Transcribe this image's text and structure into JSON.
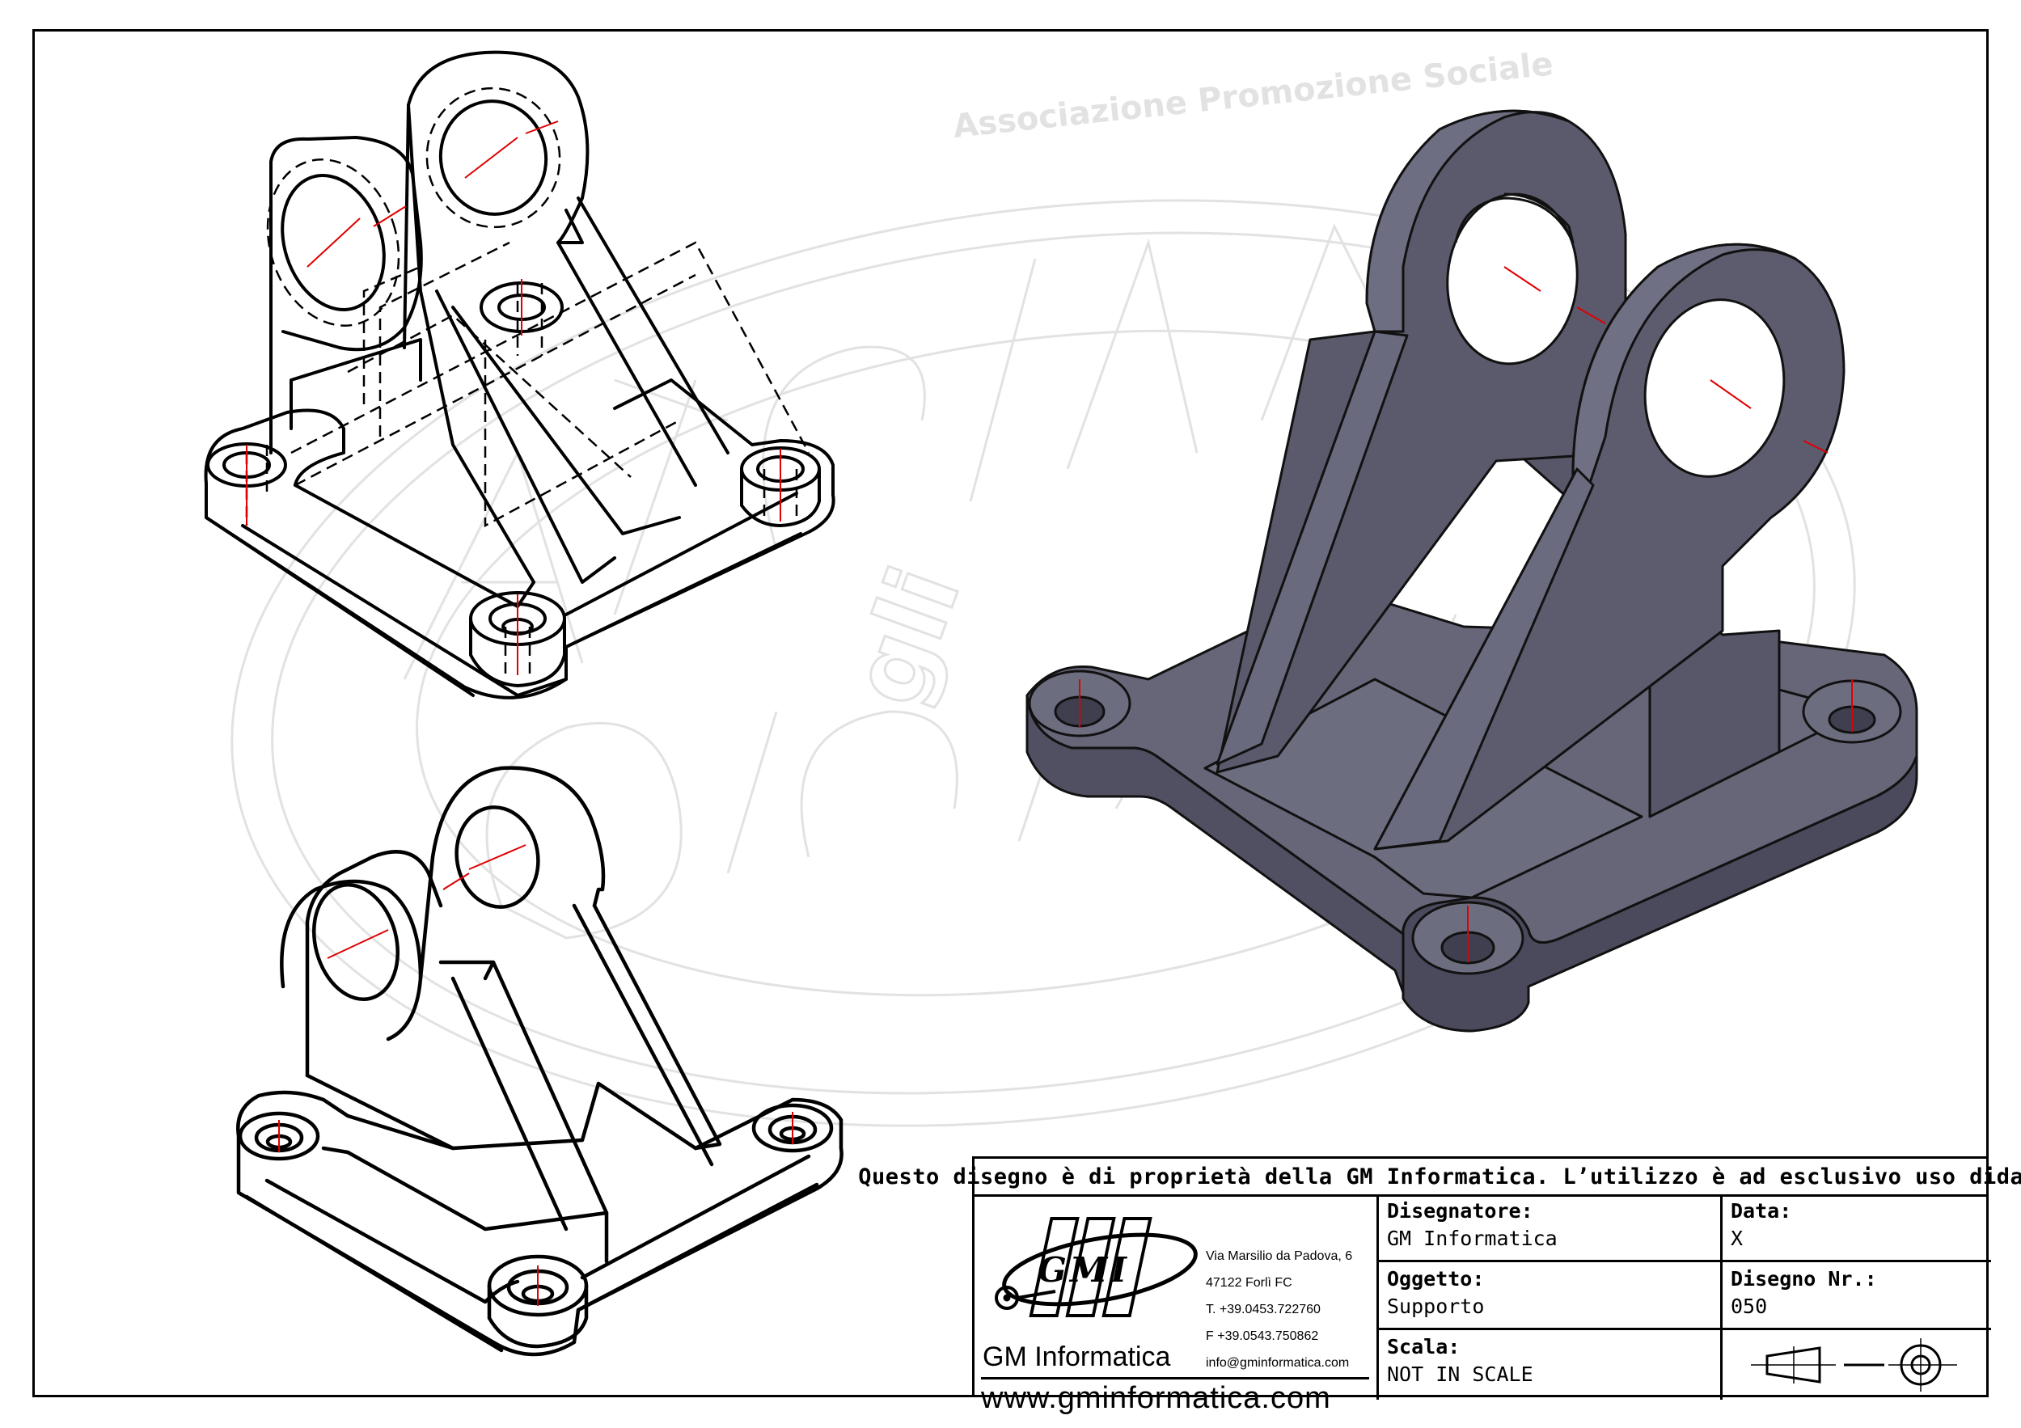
{
  "watermark": {
    "arc_text": "Associazione Promozione Sociale",
    "word_gli": "gli"
  },
  "title_block": {
    "notice": "Questo disegno è di proprietà della GM Informatica. L’utilizzo è ad esclusivo uso didattico.",
    "logo_text": "GMI",
    "address_lines": [
      "Via Marsilio da Padova, 6",
      "47122  Forlì  FC",
      "T. +39.0453.722760",
      "F +39.0543.750862",
      "info@gminformatica.com"
    ],
    "company_name": "GM Informatica",
    "website": "www.gminformatica.com",
    "disegnatore": {
      "label": "Disegnatore:",
      "value": "GM  Informatica"
    },
    "data": {
      "label": "Data:",
      "value": "X"
    },
    "oggetto": {
      "label": "Oggetto:",
      "value": "Supporto"
    },
    "disegno_nr": {
      "label": "Disegno  Nr.:",
      "value": "050"
    },
    "scala": {
      "label": "Scala:",
      "value": "NOT  IN  SCALE"
    }
  },
  "colors": {
    "line": "#000000",
    "centerline": "#e00000",
    "shaded_face": "#5a5a6c",
    "shaded_light": "#6d6d80",
    "shaded_dark": "#48485a",
    "watermark": "#e0e0e0"
  }
}
